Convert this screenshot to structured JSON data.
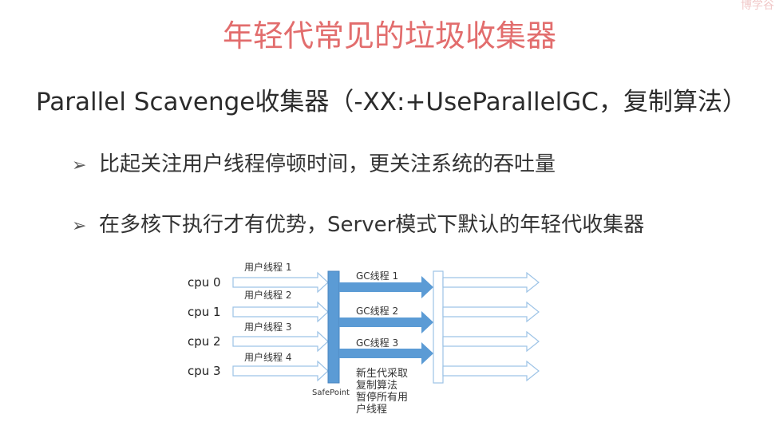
{
  "watermark": "博学谷",
  "title": "年轻代常见的垃圾收集器",
  "subtitle": "Parallel Scavenge收集器（-XX:+UseParallelGC，复制算法）",
  "bullets": [
    {
      "marker": "➢",
      "text": "比起关注用户线程停顿时间，更关注系统的吞吐量"
    },
    {
      "marker": "➢",
      "text": "在多核下执行才有优势，Server模式下默认的年轻代收集器"
    }
  ],
  "diagram": {
    "cpus": [
      "cpu 0",
      "cpu 1",
      "cpu 2",
      "cpu 3"
    ],
    "user_threads": [
      "用户线程 1",
      "用户线程 2",
      "用户线程 3",
      "用户线程 4"
    ],
    "gc_threads": [
      "GC线程 1",
      "GC线程 2",
      "GC线程 3"
    ],
    "safepoint_label": "SafePoint",
    "note_lines": [
      "新生代采取",
      "复制算法",
      "暂停所有用",
      "户线程"
    ],
    "colors": {
      "accent": "#5b9bd5",
      "outline": "#9dc3e6"
    }
  }
}
